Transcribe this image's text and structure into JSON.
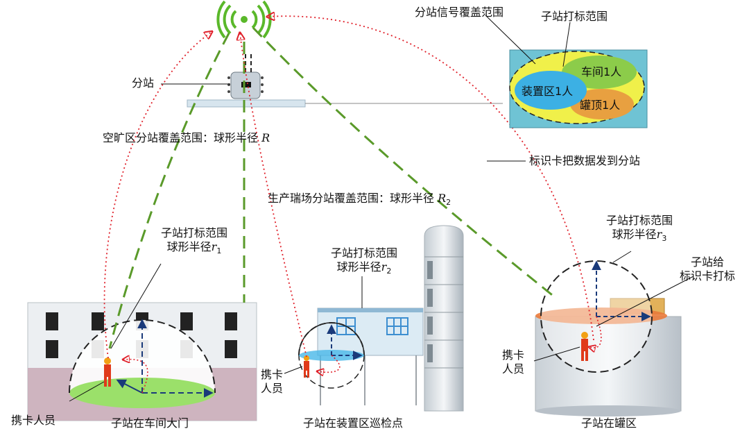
{
  "station": {
    "label": "分站"
  },
  "coverage_open": {
    "text": "空旷区分站覆盖范围：球形半径",
    "var": "R"
  },
  "coverage_plant": {
    "text": "生产瑞场分站覆盖范围：球形半径",
    "var": "R",
    "sub": "2"
  },
  "data_send": {
    "label": "标识卡把数据发到分站"
  },
  "legend": {
    "signal_range": "分站信号覆盖范围",
    "sub_range": "子站打标范围",
    "workshop": "车间1人",
    "device_area": "装置区1人",
    "tank_top": "罐顶1人"
  },
  "scene1": {
    "range_line1": "子站打标范围",
    "range_line2": "球形半径",
    "var": "r",
    "sub": "1",
    "person": "携卡人员",
    "caption": "子站在车间大门"
  },
  "scene2": {
    "range_line1": "子站打标范围",
    "range_line2": "球形半径",
    "var": "r",
    "sub": "2",
    "person_line1": "携卡",
    "person_line2": "人员",
    "caption": "子站在装置区巡检点"
  },
  "scene3": {
    "range_line1": "子站打标范围",
    "range_line2": "球形半径",
    "var": "r",
    "sub": "3",
    "marker_line1": "子站给",
    "marker_line2": "标识卡打标",
    "person_line1": "携卡",
    "person_line2": "人员",
    "caption": "子站在罐区"
  },
  "colors": {
    "green_dash": "#5a9a2a",
    "red_dot": "#e0202a",
    "legend_bg": "#6fc3d4",
    "legend_yellow": "#f0f04a",
    "legend_green": "#8ccc4a",
    "legend_blue": "#3cb0e4",
    "legend_orange": "#e8a040",
    "person": "#e03a1a",
    "floor_green": "#9be06a"
  }
}
